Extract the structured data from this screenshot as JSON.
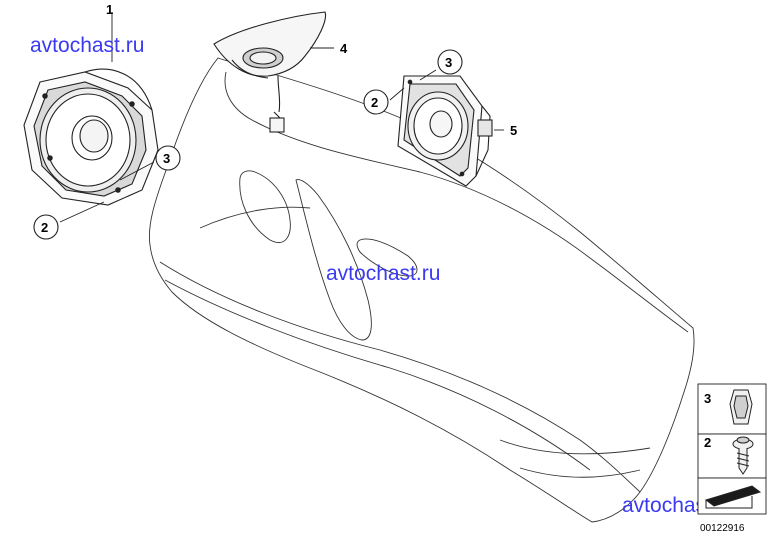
{
  "watermarks": [
    "avtochast.ru",
    "avtochast.ru",
    "avtochast.ru"
  ],
  "callouts": {
    "woofer_part": "1",
    "woofer_screw": "2",
    "woofer_clip": "3",
    "tweeter_housing": "4",
    "midrange_screw": "2",
    "midrange_clip": "3",
    "midrange_connector": "5"
  },
  "legend": {
    "clip_number": "3",
    "screw_number": "2"
  },
  "document_id": "00122916"
}
